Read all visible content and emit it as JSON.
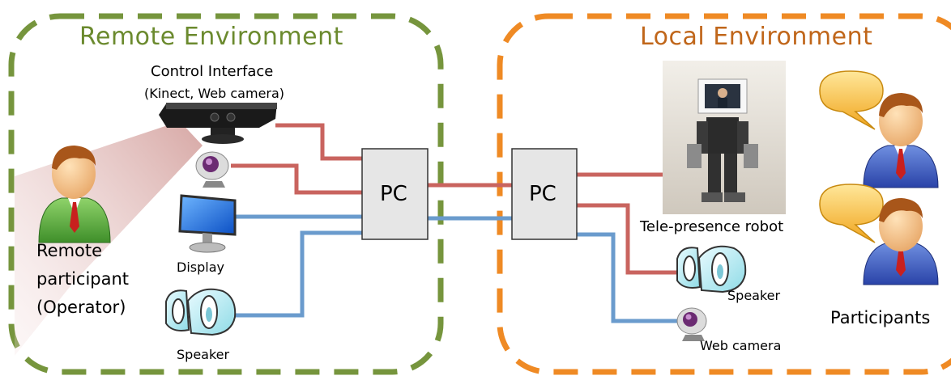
{
  "remote": {
    "title": "Remote Environment",
    "title_color": "#6b8a2e",
    "border_color": "#76953d",
    "control_interface_label": "Control Interface",
    "control_interface_sub": "(Kinect, Web camera)",
    "display_label": "Display",
    "speaker_label": "Speaker",
    "participant_label_line1": "Remote",
    "participant_label_line2": "participant",
    "participant_label_line3": "(Operator)",
    "pc_label": "PC"
  },
  "local": {
    "title": "Local Environment",
    "title_color": "#c0661a",
    "border_color": "#ef8a24",
    "pc_label": "PC",
    "robot_label": "Tele-presence robot",
    "speaker_label": "Speaker",
    "webcam_label": "Web camera",
    "participants_label": "Participants"
  },
  "colors": {
    "red_line": "#c9645f",
    "blue_line": "#6a9bcd",
    "pc_fill": "#e6e6e6"
  },
  "icons": {
    "operator": "person-green-icon",
    "kinect": "kinect-sensor-icon",
    "webcam": "webcam-icon",
    "display": "monitor-icon",
    "speaker": "speaker-icon",
    "robot": "humanoid-robot-photo",
    "participant": "person-blue-icon",
    "speech": "speech-bubble-icon"
  }
}
